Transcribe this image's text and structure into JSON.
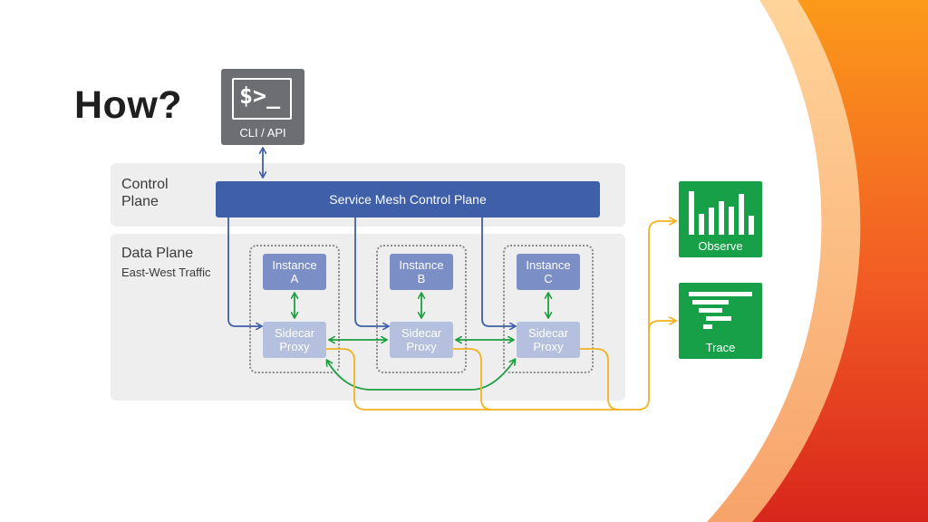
{
  "title": "How?",
  "cli": {
    "prompt": "$>_",
    "label": "CLI / API",
    "icon": "terminal-icon"
  },
  "control_plane": {
    "label_line1": "Control",
    "label_line2": "Plane",
    "bar_label": "Service Mesh Control Plane"
  },
  "data_plane": {
    "label": "Data Plane",
    "sublabel": "East-West Traffic"
  },
  "instances": [
    {
      "instance_label": "Instance\nA",
      "proxy_label": "Sidecar\nProxy"
    },
    {
      "instance_label": "Instance\nB",
      "proxy_label": "Sidecar\nProxy"
    },
    {
      "instance_label": "Instance\nC",
      "proxy_label": "Sidecar\nProxy"
    }
  ],
  "outputs": {
    "observe": {
      "label": "Observe",
      "icon": "bar-chart-icon"
    },
    "trace": {
      "label": "Trace",
      "icon": "trace-waterfall-icon"
    }
  },
  "colors": {
    "control_blue": "#3f5fa8",
    "instance_blue": "#7b8ec6",
    "proxy_blue": "#b4c0dd",
    "east_west_green": "#1e9e3e",
    "telemetry_yellow": "#f0b323",
    "output_green": "#18a049"
  }
}
